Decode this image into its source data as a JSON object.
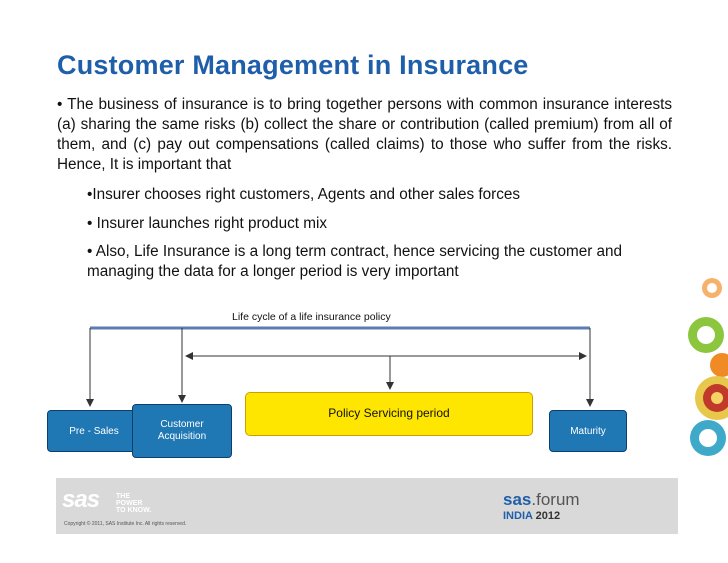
{
  "title": "Customer Management in Insurance",
  "intro": "• The business of insurance is to bring together persons with common insurance interests (a)  sharing the same risks (b) collect the share or contribution (called premium) from all of them, and (c) pay out compensations (called claims) to those who suffer from the risks. Hence, It is important that",
  "bullets": [
    "•Insurer chooses right customers, Agents and other sales forces",
    "• Insurer launches right product mix",
    "• Also, Life Insurance is a long term contract, hence servicing the customer and managing the data for a longer period is very important"
  ],
  "diagram": {
    "title": "Life cycle of a life insurance policy",
    "stages": {
      "pre_sales": "Pre - Sales",
      "acquisition_line1": "Customer",
      "acquisition_line2": "Acquisition",
      "servicing": "Policy Servicing period",
      "maturity": "Maturity"
    }
  },
  "footer": {
    "logo": "sas",
    "tagline": [
      "THE",
      "POWER",
      "TO KNOW."
    ],
    "copyright": "Copyright © 2011, SAS Institute Inc. All rights reserved.",
    "forum_brand": "sas",
    "forum_word": "forum",
    "forum_region": "INDIA",
    "forum_year": "2012"
  },
  "colors": {
    "title": "#1f5ea8",
    "stage_box": "#1f77b4",
    "servicing_box": "#ffe600",
    "decor": [
      "#f08a24",
      "#e8c84a",
      "#3fa9c9",
      "#c0392b",
      "#8cc63f"
    ]
  }
}
